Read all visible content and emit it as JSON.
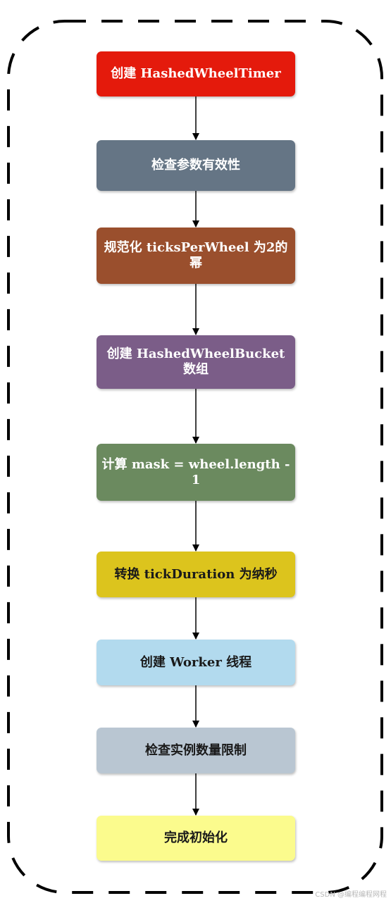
{
  "nodes": [
    {
      "id": "create-timer",
      "label": "创建 HashedWheelTimer",
      "bg": "#e41a0c",
      "fg": "#ffffff"
    },
    {
      "id": "check-params",
      "label": "检查参数有效性",
      "bg": "#657585",
      "fg": "#ffffff"
    },
    {
      "id": "normalize-ticks",
      "label": "规范化 ticksPerWheel 为2的幂",
      "bg": "#9a4f2d",
      "fg": "#ffffff"
    },
    {
      "id": "create-buckets",
      "label": "创建 HashedWheelBucket 数组",
      "bg": "#7b5d88",
      "fg": "#ffffff"
    },
    {
      "id": "compute-mask",
      "label": "计算 mask = wheel.length - 1",
      "bg": "#6b8a5f",
      "fg": "#ffffff"
    },
    {
      "id": "convert-duration",
      "label": "转换 tickDuration 为纳秒",
      "bg": "#dcc41d",
      "fg": "#1a1a1a"
    },
    {
      "id": "create-worker",
      "label": "创建 Worker 线程",
      "bg": "#b2daee",
      "fg": "#1a1a1a"
    },
    {
      "id": "check-instances",
      "label": "检查实例数量限制",
      "bg": "#b9c6d2",
      "fg": "#1a1a1a"
    },
    {
      "id": "finish-init",
      "label": "完成初始化",
      "bg": "#fbfb8d",
      "fg": "#1a1a1a"
    }
  ],
  "frame_color": "#000000",
  "arrow_color": "#000000",
  "watermark": "CSDN @编程编程网程"
}
